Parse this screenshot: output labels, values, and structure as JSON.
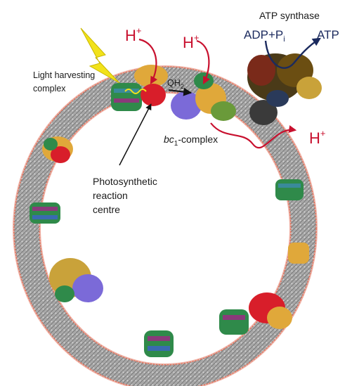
{
  "labels": {
    "light_harvesting": [
      "Light harvesting",
      "complex"
    ],
    "reaction_centre": [
      "Photosynthetic",
      "reaction",
      "centre"
    ],
    "bc1_prefix": "bc",
    "bc1_sub": "1",
    "bc1_suffix": "-complex",
    "qh2": "QH",
    "qh2_sub": "2",
    "atp_synthase": "ATP synthase",
    "adp": "ADP+P",
    "adp_sub": "i",
    "atp": "ATP",
    "proton": "H",
    "proton_charge": "+"
  },
  "colors": {
    "membrane": "#9a9a9a",
    "membrane_edge": "#e0705a",
    "proton": "#c8102e",
    "lightning": "#f2e21a",
    "reaction_centre": "#d81e2a",
    "bc1": "#7b6ad8",
    "light_harvesting": "#2f8a4a",
    "atp_synthase": "#5a4a1a",
    "orange_protein": "#e0a83a",
    "dark_arrow": "#1b2a5e"
  }
}
